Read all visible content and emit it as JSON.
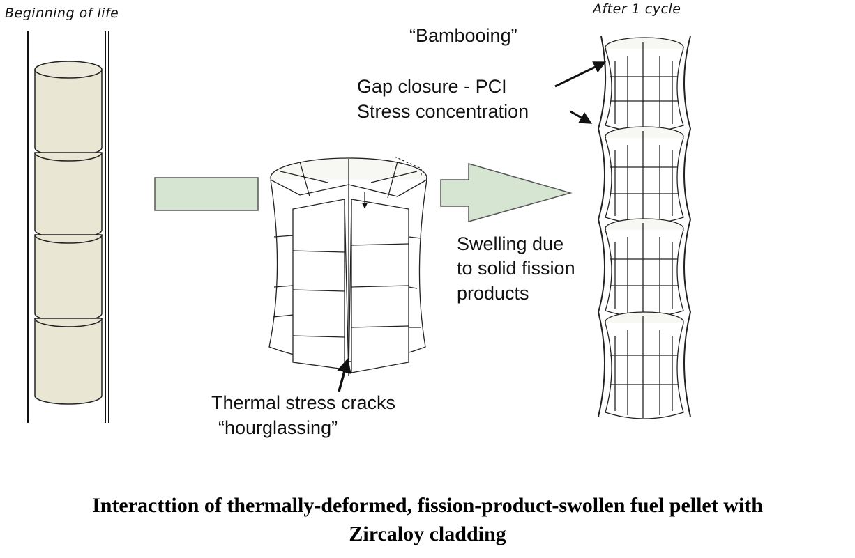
{
  "labels": {
    "beginning_of_life": "Beginning of life",
    "after_cycle": "After 1 cycle",
    "bambooing": "“Bambooing”",
    "gap_closure": "Gap closure - PCI",
    "stress_concentration": "Stress concentration",
    "swelling": [
      "Swelling due",
      "to solid fission",
      "products"
    ],
    "thermal_cracks": "Thermal stress cracks",
    "hourglassing": "“hourglassing”"
  },
  "caption": {
    "line1": "Interacttion of thermally-deformed, fission-product-swollen fuel pellet with",
    "line2": "Zircaloy cladding"
  },
  "colors": {
    "pellet_fill": "#e9e6d3",
    "arrow_fill": "#d6e4d2",
    "line": "#111111"
  }
}
